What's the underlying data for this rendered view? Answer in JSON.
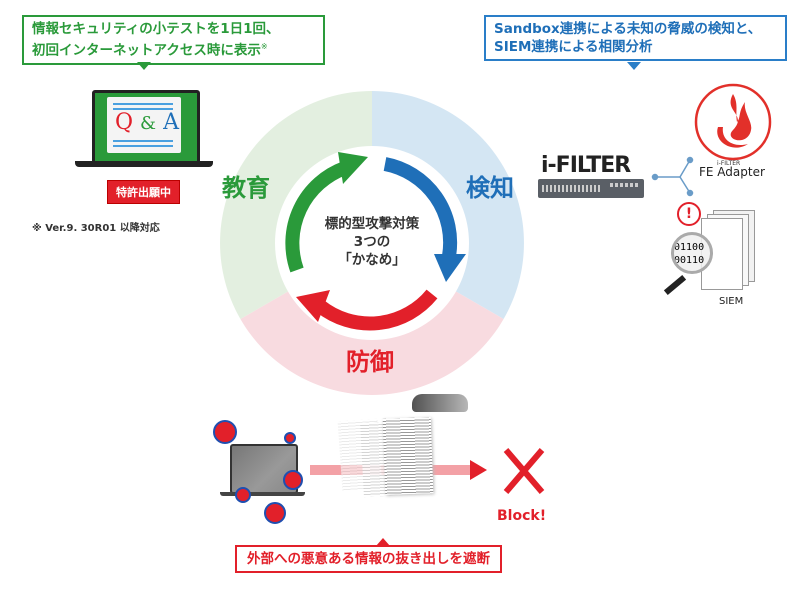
{
  "education_callout": {
    "line1": "情報セキュリティの小テストを1日1回、",
    "line2": "初回インターネットアクセス時に表示",
    "mark": "※"
  },
  "detection_callout": {
    "line1": "Sandbox連携による未知の脅威の検知と、",
    "line2": "SIEM連携による相関分析"
  },
  "defense_callout": {
    "text": "外部への悪意ある情報の抜き出しを遮断"
  },
  "qa_screen": {
    "q": "Q",
    "amp": "&",
    "a": "A"
  },
  "patent_badge": "特許出願中",
  "version_note": "※ Ver.9. 30R01 以降対応",
  "cycle": {
    "education_label": "教育",
    "detection_label": "検知",
    "defense_label": "防御",
    "center_line1": "標的型攻撃対策",
    "center_line2": "3つの",
    "center_line3": "「かなめ」"
  },
  "ifilter_logo": "i-FILTER",
  "fe_adapter": {
    "small": "i-FILTER",
    "name": "FE Adapter"
  },
  "siem": {
    "label": "SIEM",
    "bits1": "01100",
    "bits2": "00110"
  },
  "block_label": "Block!",
  "colors": {
    "green": "#2a9a3a",
    "blue": "#1f6fb8",
    "red": "#e2202a",
    "green_bg": "#e3efe0",
    "blue_bg": "#d4e6f3",
    "red_bg": "#f8dbe0"
  }
}
